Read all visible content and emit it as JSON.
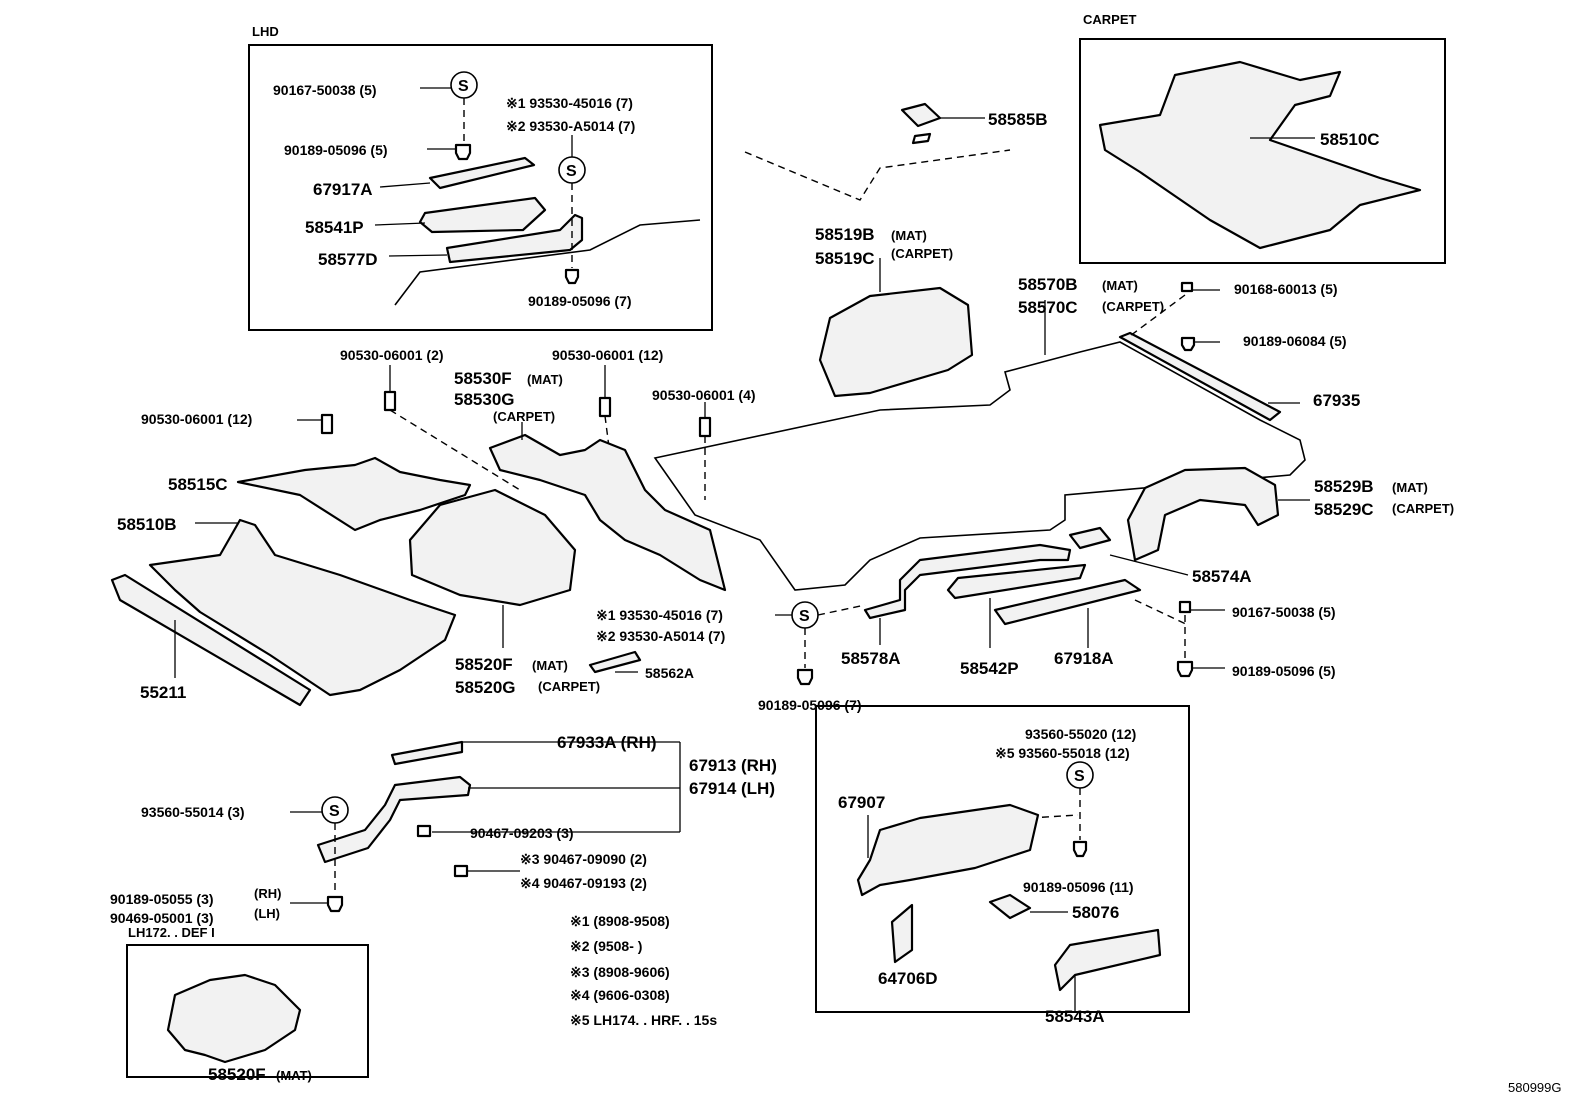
{
  "diagram_code": "580999G",
  "boxes": {
    "lhd": "LHD",
    "carpet": "CARPET",
    "lh172": "LH172. . DEF I"
  },
  "symbol_s": "S",
  "labels": {
    "l_90167_50038_a": "90167-50038 (5)",
    "l_star1_93530_45016_a": "※1 93530-45016 (7)",
    "l_star2_93530_a5014_a": "※2 93530-A5014 (7)",
    "l_90189_05096_5a": "90189-05096 (5)",
    "l_67917a": "67917A",
    "l_58541p": "58541P",
    "l_58577d": "58577D",
    "l_90189_05096_7a": "90189-05096 (7)",
    "l_58585b": "58585B",
    "l_58510c": "58510C",
    "l_58519b": "58519B",
    "l_58519b_mat": "(MAT)",
    "l_58519c": "58519C",
    "l_58519c_carpet": "(CARPET)",
    "l_58570b": "58570B",
    "l_58570b_mat": "(MAT)",
    "l_58570c": "58570C",
    "l_58570c_carpet": "(CARPET)",
    "l_90168_60013": "90168-60013 (5)",
    "l_90189_06084": "90189-06084 (5)",
    "l_67935": "67935",
    "l_90530_06001_2": "90530-06001 (2)",
    "l_90530_06001_12b": "90530-06001 (12)",
    "l_58530f": "58530F",
    "l_58530f_mat": "(MAT)",
    "l_58530g": "58530G",
    "l_58530g_carpet": "(CARPET)",
    "l_90530_06001_4": "90530-06001 (4)",
    "l_90530_06001_12a": "90530-06001 (12)",
    "l_58515c": "58515C",
    "l_58510b": "58510B",
    "l_55211": "55211",
    "l_58520f": "58520F",
    "l_58520f_mat": "(MAT)",
    "l_58520g": "58520G",
    "l_58520g_carpet": "(CARPET)",
    "l_star1_93530_45016_b": "※1 93530-45016 (7)",
    "l_star2_93530_a5014_b": "※2 93530-A5014 (7)",
    "l_58562a": "58562A",
    "l_90189_05096_7b": "90189-05096 (7)",
    "l_58578a": "58578A",
    "l_58542p": "58542P",
    "l_67918a": "67918A",
    "l_58529b": "58529B",
    "l_58529b_mat": "(MAT)",
    "l_58529c": "58529C",
    "l_58529c_carpet": "(CARPET)",
    "l_58574a": "58574A",
    "l_90167_50038_b": "90167-50038 (5)",
    "l_90189_05096_5b": "90189-05096 (5)",
    "l_67933a": "67933A (RH)",
    "l_67913": "67913 (RH)",
    "l_67914": "67914 (LH)",
    "l_93560_55014": "93560-55014 (3)",
    "l_90467_09203": "90467-09203 (3)",
    "l_star3_90467_09090": "※3 90467-09090 (2)",
    "l_star4_90467_09193": "※4 90467-09193 (2)",
    "l_90189_05055": "90189-05055 (3)",
    "l_90189_05055_rh": "(RH)",
    "l_90469_05001": "90469-05001 (3)",
    "l_90469_05001_lh": "(LH)",
    "l_93560_55020": "93560-55020 (12)",
    "l_star5_93560_55018": "※5 93560-55018 (12)",
    "l_67907": "67907",
    "l_90189_05096_11": "90189-05096 (11)",
    "l_58076": "58076",
    "l_64706d": "64706D",
    "l_58543a": "58543A",
    "l_58520f_b": "58520F",
    "l_58520f_b_mat": "(MAT)"
  },
  "notes": [
    "※1 (8908-9508)",
    "※2 (9508-        )",
    "※3 (8908-9606)",
    "※4 (9606-0308)",
    "※5 LH174. . HRF. . 15s"
  ]
}
